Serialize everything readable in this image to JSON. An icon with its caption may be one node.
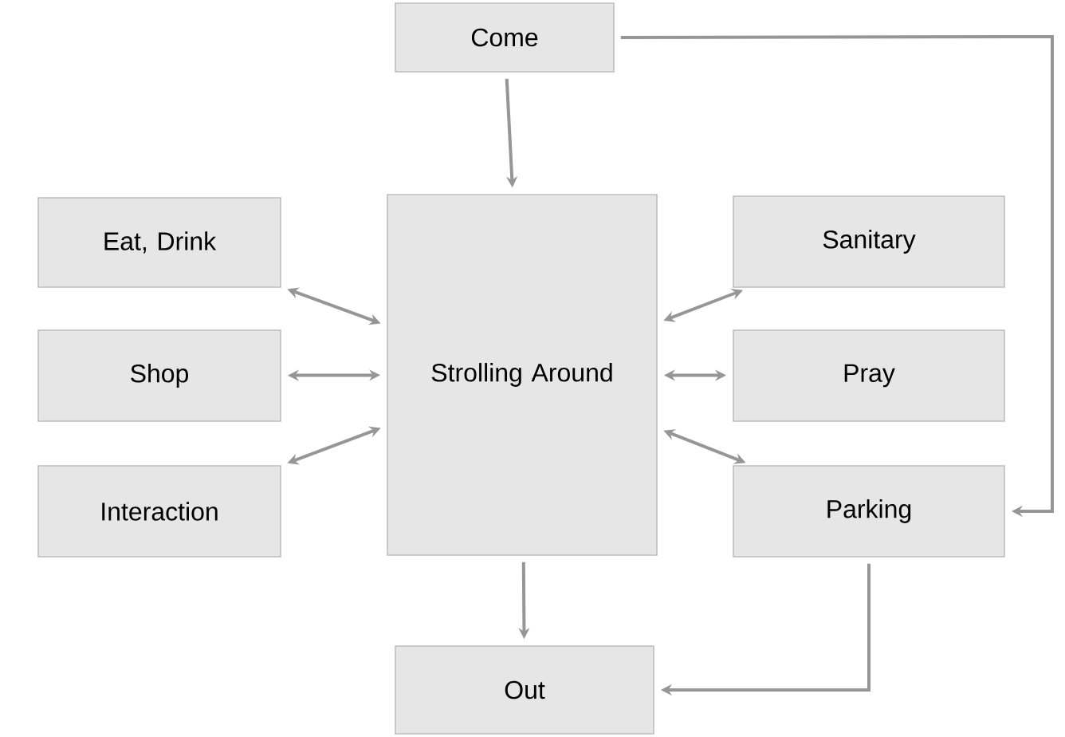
{
  "diagram": {
    "nodes": [
      {
        "text": [
          "Come"
        ]
      },
      {
        "text": [
          "Eat, Drink"
        ]
      },
      {
        "text": [
          "Shop"
        ]
      },
      {
        "text": [
          "Interaction"
        ]
      },
      {
        "text": [
          "Strolling Around"
        ]
      },
      {
        "text": [
          "Sanitary"
        ]
      },
      {
        "text": [
          "Pray"
        ]
      },
      {
        "text": [
          "Parking"
        ]
      },
      {
        "text": [
          "Out"
        ]
      }
    ],
    "edges": [
      {
        "from": 0,
        "to": 4,
        "arrow": "to"
      },
      {
        "from": 4,
        "to": 1,
        "arrow": "both"
      },
      {
        "from": 4,
        "to": 2,
        "arrow": "both"
      },
      {
        "from": 4,
        "to": 3,
        "arrow": "both"
      },
      {
        "from": 4,
        "to": 5,
        "arrow": "both"
      },
      {
        "from": 4,
        "to": 6,
        "arrow": "both"
      },
      {
        "from": 4,
        "to": 7,
        "arrow": "both"
      },
      {
        "from": 0,
        "to": 7,
        "arrow": "to"
      },
      {
        "from": 4,
        "to": 8,
        "arrow": "to"
      },
      {
        "from": 7,
        "to": 8,
        "arrow": "to"
      }
    ]
  }
}
